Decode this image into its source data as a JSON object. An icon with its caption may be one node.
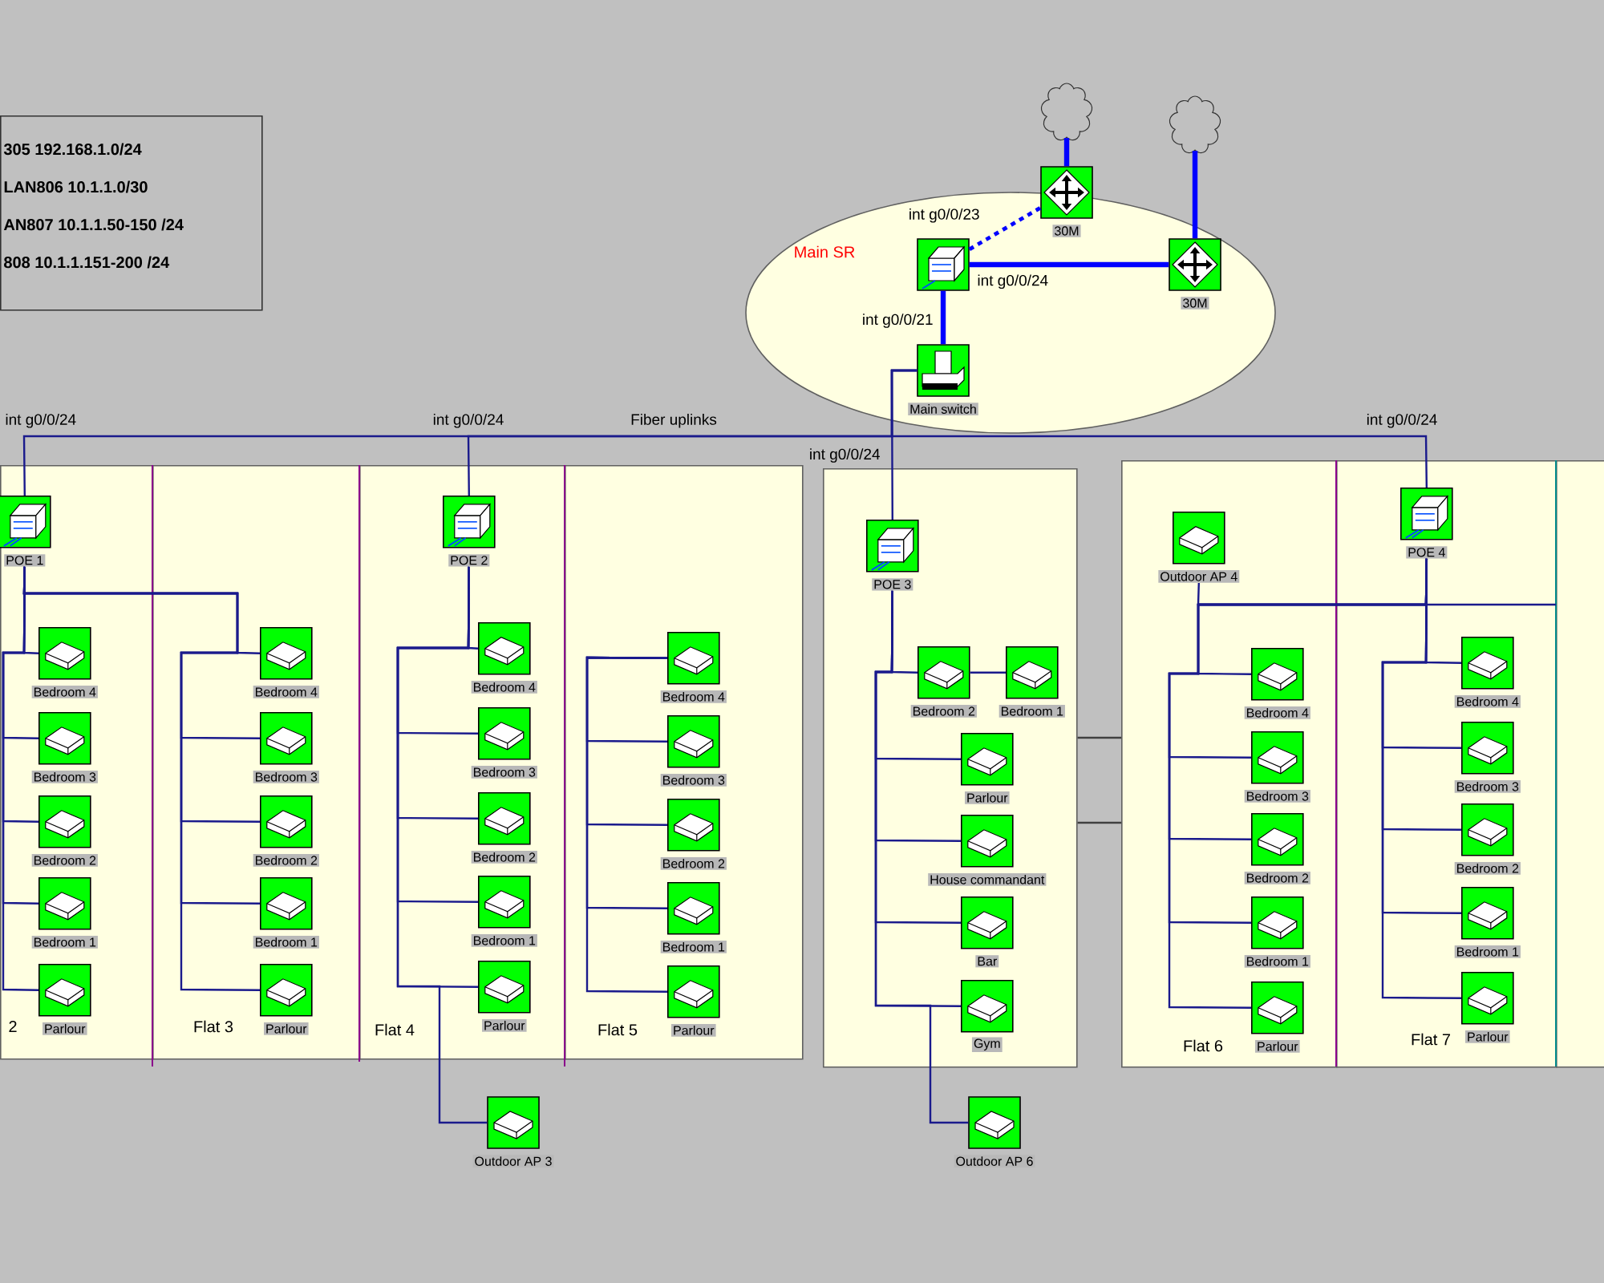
{
  "diagram": {
    "nodes": [
      {
        "text": [
          "305 192.168.1.0/24",
          "LAN806 10.1.1.0/30",
          "AN807 10.1.1.50-150 /24",
          "808 10.1.1.151-200 /24"
        ]
      },
      {
        "text": [],
        "shape": "cloud"
      },
      {
        "text": [],
        "shape": "cloud"
      },
      {
        "text": [
          "Main SR"
        ]
      },
      {
        "text": [
          "30M"
        ],
        "in": 3
      },
      {
        "text": [],
        "shape": "box",
        "in": 3
      },
      {
        "text": [
          "30M"
        ],
        "in": 3
      },
      {
        "text": [
          "Main switch"
        ],
        "in": 3
      },
      {
        "text": [
          "2"
        ]
      },
      {
        "text": [
          "POE 1"
        ],
        "in": 8
      },
      {
        "text": [
          "Bedroom 4"
        ],
        "in": 8
      },
      {
        "text": [
          "Bedroom 3"
        ],
        "in": 8
      },
      {
        "text": [
          "Bedroom 2"
        ],
        "in": 8
      },
      {
        "text": [
          "Bedroom 1"
        ],
        "in": 8
      },
      {
        "text": [
          "Parlour"
        ],
        "in": 8
      },
      {
        "text": [
          "Flat 3"
        ]
      },
      {
        "text": [
          "Bedroom 4"
        ],
        "in": 15
      },
      {
        "text": [
          "Bedroom 3"
        ],
        "in": 15
      },
      {
        "text": [
          "Bedroom 2"
        ],
        "in": 15
      },
      {
        "text": [
          "Bedroom 1"
        ],
        "in": 15
      },
      {
        "text": [
          "Parlour"
        ],
        "in": 15
      },
      {
        "text": [
          "Flat 4"
        ]
      },
      {
        "text": [
          "POE 2"
        ],
        "in": 21
      },
      {
        "text": [
          "Bedroom 4"
        ],
        "in": 21
      },
      {
        "text": [
          "Bedroom 3"
        ],
        "in": 21
      },
      {
        "text": [
          "Bedroom 2"
        ],
        "in": 21
      },
      {
        "text": [
          "Bedroom 1"
        ],
        "in": 21
      },
      {
        "text": [
          "Parlour"
        ],
        "in": 21
      },
      {
        "text": [
          "Flat 5"
        ]
      },
      {
        "text": [
          "Bedroom 4"
        ],
        "in": 28
      },
      {
        "text": [
          "Bedroom 3"
        ],
        "in": 28
      },
      {
        "text": [
          "Bedroom 2"
        ],
        "in": 28
      },
      {
        "text": [
          "Bedroom 1"
        ],
        "in": 28
      },
      {
        "text": [
          "Parlour"
        ],
        "in": 28
      },
      {
        "text": [
          "Outdoor AP 3"
        ]
      },
      {
        "text": [],
        "shape": "box"
      },
      {
        "text": [
          "POE 3"
        ],
        "in": 35
      },
      {
        "text": [
          "Bedroom 2"
        ],
        "in": 35
      },
      {
        "text": [
          "Bedroom 1"
        ],
        "in": 35
      },
      {
        "text": [
          "Parlour"
        ],
        "in": 35
      },
      {
        "text": [
          "House commandant"
        ],
        "in": 35
      },
      {
        "text": [
          "Bar"
        ],
        "in": 35
      },
      {
        "text": [
          "Gym"
        ],
        "in": 35
      },
      {
        "text": [
          "Outdoor AP 6"
        ]
      },
      {
        "text": [
          "Flat 6"
        ]
      },
      {
        "text": [
          "Outdoor AP 4"
        ],
        "in": 44
      },
      {
        "text": [
          "Bedroom 4"
        ],
        "in": 44
      },
      {
        "text": [
          "Bedroom 3"
        ],
        "in": 44
      },
      {
        "text": [
          "Bedroom 2"
        ],
        "in": 44
      },
      {
        "text": [
          "Bedroom 1"
        ],
        "in": 44
      },
      {
        "text": [
          "Parlour"
        ],
        "in": 44
      },
      {
        "text": [
          "Flat 7"
        ]
      },
      {
        "text": [
          "POE 4"
        ],
        "in": 51
      },
      {
        "text": [
          "Bedroom 4"
        ],
        "in": 51
      },
      {
        "text": [
          "Bedroom 3"
        ],
        "in": 51
      },
      {
        "text": [
          "Bedroom 2"
        ],
        "in": 51
      },
      {
        "text": [
          "Bedroom 1"
        ],
        "in": 51
      },
      {
        "text": [
          "Parlour"
        ],
        "in": 51
      },
      {
        "text": [],
        "shape": "box"
      }
    ],
    "edges": [
      {
        "from": 1,
        "to": 4,
        "arrow": "none",
        "style": "thick",
        "color": "#0000ff"
      },
      {
        "from": 2,
        "to": 6,
        "arrow": "none",
        "style": "thick",
        "color": "#0000ff"
      },
      {
        "from": 5,
        "to": 4,
        "arrow": "none",
        "label": "int g0/0/23",
        "style": "dashed",
        "color": "#0000ff"
      },
      {
        "from": 5,
        "to": 6,
        "arrow": "none",
        "label": "int g0/0/24",
        "style": "thick",
        "color": "#0000ff"
      },
      {
        "from": 5,
        "to": 7,
        "arrow": "none",
        "label": "int g0/0/21",
        "style": "thick",
        "color": "#0000ff"
      },
      {
        "from": 7,
        "to": 9,
        "arrow": "none",
        "label": "int g0/0/24"
      },
      {
        "from": 7,
        "to": 22,
        "arrow": "none",
        "label": "int g0/0/24"
      },
      {
        "from": 7,
        "to": 36,
        "arrow": "none",
        "label": "int g0/0/24"
      },
      {
        "from": 7,
        "to": 52,
        "arrow": "none",
        "label": "int g0/0/24"
      },
      {
        "from": 9,
        "to": 10,
        "arrow": "none"
      },
      {
        "from": 9,
        "to": 11,
        "arrow": "none"
      },
      {
        "from": 9,
        "to": 12,
        "arrow": "none"
      },
      {
        "from": 9,
        "to": 13,
        "arrow": "none"
      },
      {
        "from": 9,
        "to": 14,
        "arrow": "none"
      },
      {
        "from": 9,
        "to": 16,
        "arrow": "none"
      },
      {
        "from": 9,
        "to": 17,
        "arrow": "none"
      },
      {
        "from": 9,
        "to": 18,
        "arrow": "none"
      },
      {
        "from": 9,
        "to": 19,
        "arrow": "none"
      },
      {
        "from": 9,
        "to": 20,
        "arrow": "none"
      },
      {
        "from": 22,
        "to": 23,
        "arrow": "none"
      },
      {
        "from": 22,
        "to": 24,
        "arrow": "none"
      },
      {
        "from": 22,
        "to": 25,
        "arrow": "none"
      },
      {
        "from": 22,
        "to": 26,
        "arrow": "none"
      },
      {
        "from": 22,
        "to": 27,
        "arrow": "none"
      },
      {
        "from": 22,
        "to": 34,
        "arrow": "none"
      },
      {
        "from": 29,
        "to": 30,
        "arrow": "none"
      },
      {
        "from": 29,
        "to": 31,
        "arrow": "none"
      },
      {
        "from": 29,
        "to": 32,
        "arrow": "none"
      },
      {
        "from": 29,
        "to": 33,
        "arrow": "none"
      },
      {
        "from": 36,
        "to": 37,
        "arrow": "none"
      },
      {
        "from": 37,
        "to": 38,
        "arrow": "none"
      },
      {
        "from": 36,
        "to": 39,
        "arrow": "none"
      },
      {
        "from": 36,
        "to": 40,
        "arrow": "none"
      },
      {
        "from": 36,
        "to": 41,
        "arrow": "none"
      },
      {
        "from": 36,
        "to": 42,
        "arrow": "none"
      },
      {
        "from": 36,
        "to": 43,
        "arrow": "none"
      },
      {
        "from": 52,
        "to": 45,
        "arrow": "none"
      },
      {
        "from": 52,
        "to": 46,
        "arrow": "none"
      },
      {
        "from": 52,
        "to": 47,
        "arrow": "none"
      },
      {
        "from": 52,
        "to": 48,
        "arrow": "none"
      },
      {
        "from": 52,
        "to": 49,
        "arrow": "none"
      },
      {
        "from": 52,
        "to": 50,
        "arrow": "none"
      },
      {
        "from": 52,
        "to": 53,
        "arrow": "none"
      },
      {
        "from": 52,
        "to": 54,
        "arrow": "none"
      },
      {
        "from": 52,
        "to": 55,
        "arrow": "none"
      },
      {
        "from": 52,
        "to": 56,
        "arrow": "none"
      },
      {
        "from": 52,
        "to": 57,
        "arrow": "none"
      },
      {
        "from": 52,
        "to": 58,
        "arrow": "none"
      },
      {
        "from": 35,
        "to": 44,
        "arrow": "none",
        "color": "#404040"
      },
      {
        "from": 35,
        "to": 44,
        "arrow": "none",
        "color": "#404040"
      }
    ],
    "labels": [
      "Fiber uplinks"
    ]
  }
}
